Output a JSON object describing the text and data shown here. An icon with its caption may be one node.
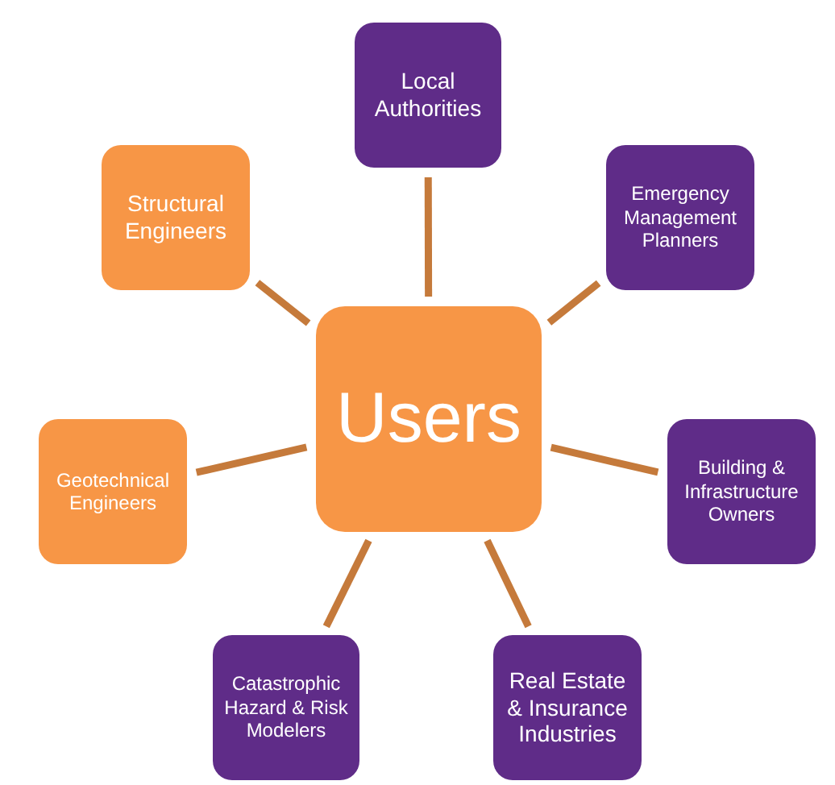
{
  "diagram": {
    "nodes": [
      {
        "text": [
          "Users"
        ]
      },
      {
        "text": [
          "Local Authorities"
        ]
      },
      {
        "text": [
          "Emergency Management Planners"
        ]
      },
      {
        "text": [
          "Building & Infrastructure Owners"
        ]
      },
      {
        "text": [
          "Real Estate & Insurance Industries"
        ]
      },
      {
        "text": [
          "Catastrophic Hazard & Risk Modelers"
        ]
      },
      {
        "text": [
          "Geotechnical Engineers"
        ]
      },
      {
        "text": [
          "Structural Engineers"
        ]
      }
    ],
    "edges": [
      {
        "from": 0,
        "to": 1,
        "arrow": "none"
      },
      {
        "from": 0,
        "to": 2,
        "arrow": "none"
      },
      {
        "from": 0,
        "to": 3,
        "arrow": "none"
      },
      {
        "from": 0,
        "to": 4,
        "arrow": "none"
      },
      {
        "from": 0,
        "to": 5,
        "arrow": "none"
      },
      {
        "from": 0,
        "to": 6,
        "arrow": "none"
      },
      {
        "from": 0,
        "to": 7,
        "arrow": "none"
      }
    ]
  }
}
